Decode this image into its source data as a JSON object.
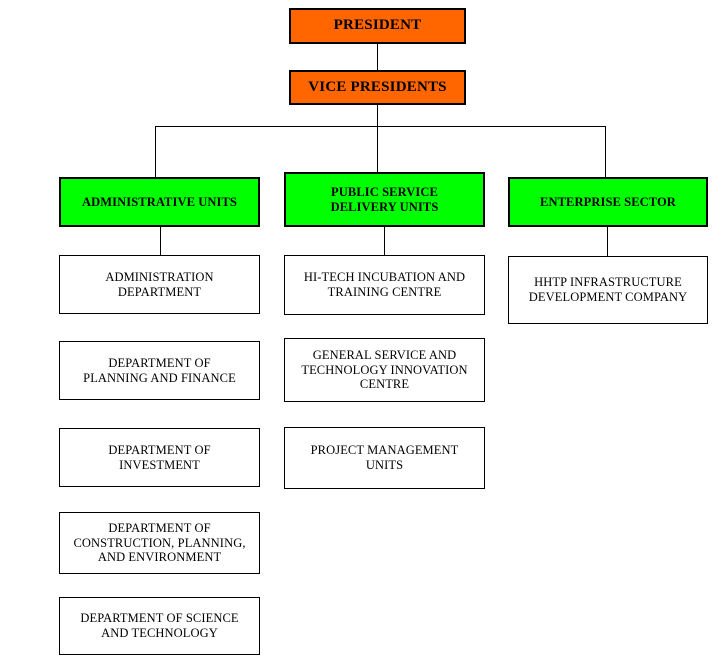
{
  "chart_data": {
    "type": "diagram",
    "title": "Organizational Structure Chart",
    "colors": {
      "top_level": "#ff6600",
      "division": "#00ff00",
      "leaf": "#ffffff",
      "line": "#000000",
      "text": "#000000"
    },
    "levels": [
      {
        "level": 1,
        "nodes": [
          {
            "id": "president",
            "label": "PRESIDENT"
          }
        ]
      },
      {
        "level": 2,
        "nodes": [
          {
            "id": "vice_presidents",
            "label": "VICE PRESIDENTS"
          }
        ]
      },
      {
        "level": 3,
        "nodes": [
          {
            "id": "administrative_units",
            "label": "ADMINISTRATIVE UNITS"
          },
          {
            "id": "public_service_delivery_units",
            "label": "PUBLIC SERVICE\nDELIVERY UNITS"
          },
          {
            "id": "enterprise_sector",
            "label": "ENTERPRISE SECTOR"
          }
        ]
      },
      {
        "level": 4,
        "columns": [
          {
            "parent": "administrative_units",
            "nodes": [
              {
                "id": "administration_department",
                "label": "ADMINISTRATION\nDEPARTMENT"
              },
              {
                "id": "department_of_planning_and_finance",
                "label": "DEPARTMENT OF\nPLANNING AND FINANCE"
              },
              {
                "id": "department_of_investment",
                "label": "DEPARTMENT OF\nINVESTMENT"
              },
              {
                "id": "department_of_construction_planning_and_environment",
                "label": "DEPARTMENT OF\nCONSTRUCTION, PLANNING,\nAND ENVIRONMENT"
              },
              {
                "id": "department_of_science_and_technology",
                "label": "DEPARTMENT OF SCIENCE\nAND TECHNOLOGY"
              }
            ]
          },
          {
            "parent": "public_service_delivery_units",
            "nodes": [
              {
                "id": "hi_tech_incubation_and_training_centre",
                "label": "HI-TECH INCUBATION AND\nTRAINING CENTRE"
              },
              {
                "id": "general_service_and_technology_innovation_centre",
                "label": "GENERAL SERVICE AND\nTECHNOLOGY INNOVATION\nCENTRE"
              },
              {
                "id": "project_management_units",
                "label": "PROJECT MANAGEMENT\nUNITS"
              }
            ]
          },
          {
            "parent": "enterprise_sector",
            "nodes": [
              {
                "id": "hhtp_infrastructure_development_company",
                "label": "HHTP INFRASTRUCTURE\nDEVELOPMENT COMPANY"
              }
            ]
          }
        ]
      }
    ]
  },
  "nodes": {
    "president": "PRESIDENT",
    "vice_presidents": "VICE PRESIDENTS",
    "administrative_units": "ADMINISTRATIVE UNITS",
    "public_service_delivery_units": "PUBLIC SERVICE\nDELIVERY UNITS",
    "enterprise_sector": "ENTERPRISE SECTOR",
    "administration_department": "ADMINISTRATION\nDEPARTMENT",
    "department_of_planning_and_finance": "DEPARTMENT OF\nPLANNING AND FINANCE",
    "department_of_investment": "DEPARTMENT OF\nINVESTMENT",
    "department_of_construction_planning_and_environment": "DEPARTMENT OF\nCONSTRUCTION, PLANNING,\nAND ENVIRONMENT",
    "department_of_science_and_technology": "DEPARTMENT OF SCIENCE\nAND TECHNOLOGY",
    "hi_tech_incubation_and_training_centre": "HI-TECH INCUBATION AND\nTRAINING CENTRE",
    "general_service_and_technology_innovation_centre": "GENERAL SERVICE AND\nTECHNOLOGY INNOVATION\nCENTRE",
    "project_management_units": "PROJECT MANAGEMENT\nUNITS",
    "hhtp_infrastructure_development_company": "HHTP INFRASTRUCTURE\nDEVELOPMENT COMPANY"
  }
}
